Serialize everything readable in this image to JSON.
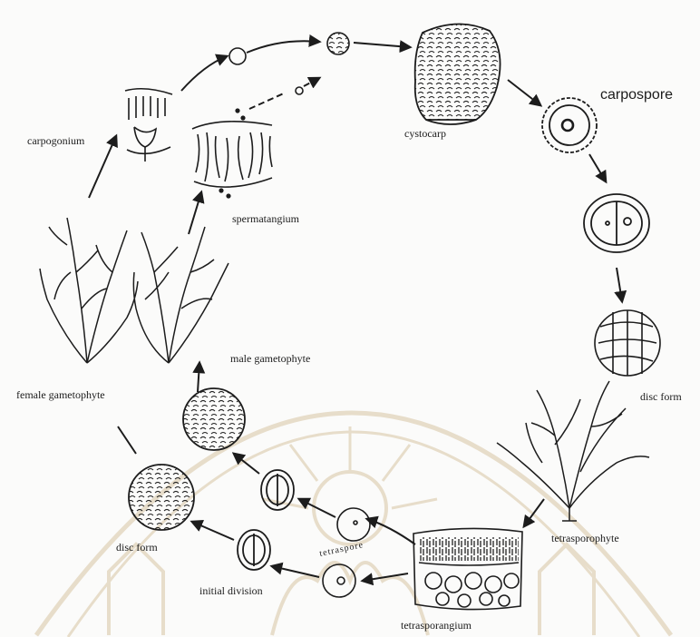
{
  "labels": {
    "carpogonium": "carpogonium",
    "spermatangium": "spermatangium",
    "cystocarp": "cystocarp",
    "carpospore": "carpospore",
    "disc_form_right": "disc form",
    "tetrasporophyte": "tetrasporophyte",
    "tetrasporangium": "tetrasporangium",
    "tetraspore": "tetraspore",
    "initial_division": "initial division",
    "disc_form_left": "disc form",
    "female_gametophyte": "female gametophyte",
    "male_gametophyte": "male gametophyte"
  },
  "colors": {
    "ink": "#1c1c1c",
    "watermark": "#e4d8c2"
  }
}
